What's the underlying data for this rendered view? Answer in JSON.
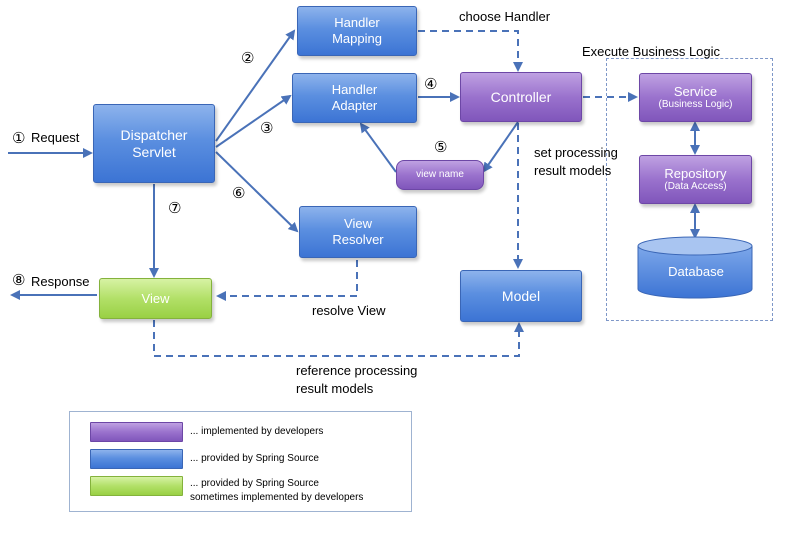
{
  "nodes": {
    "dispatcher_servlet": {
      "line1": "Dispatcher",
      "line2": "Servlet"
    },
    "handler_mapping": {
      "line1": "Handler",
      "line2": "Mapping"
    },
    "handler_adapter": {
      "line1": "Handler",
      "line2": "Adapter"
    },
    "view_resolver": {
      "line1": "View",
      "line2": "Resolver"
    },
    "controller": {
      "label": "Controller"
    },
    "view_name": {
      "label": "view name"
    },
    "view": {
      "label": "View"
    },
    "model": {
      "label": "Model"
    },
    "service": {
      "label": "Service",
      "sublabel": "(Business Logic)"
    },
    "repository": {
      "label": "Repository",
      "sublabel": "(Data Access)"
    },
    "database": {
      "label": "Database"
    }
  },
  "flow_labels": {
    "request": "Request",
    "response": "Response",
    "choose_handler": "choose Handler",
    "set_models_line1": "set processing",
    "set_models_line2": "result models",
    "resolve_view": "resolve View",
    "reference_models_line1": "reference processing",
    "reference_models_line2": "result models",
    "business_logic_title": "Execute Business Logic"
  },
  "step_numbers": {
    "s1": "①",
    "s2": "②",
    "s3": "③",
    "s4": "④",
    "s5": "⑤",
    "s6": "⑥",
    "s7": "⑦",
    "s8": "⑧"
  },
  "legend": {
    "developer": "... implemented by developers",
    "spring": "... provided by Spring Source",
    "both_line1": "... provided by Spring Source",
    "both_line2": "sometimes implemented by developers"
  },
  "colors": {
    "spring_blue": "#5b8fe0",
    "developer_purple": "#9a72cd",
    "mixed_green": "#b2e068",
    "arrow": "#4a72b8"
  }
}
